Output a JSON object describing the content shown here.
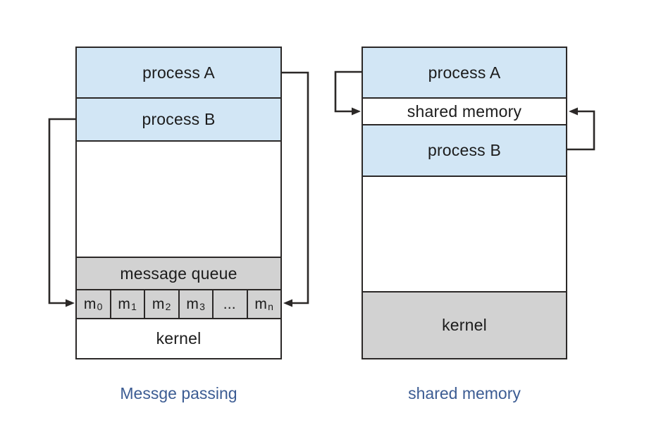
{
  "colors": {
    "process_fill": "#d2e6f5",
    "gray_fill": "#d2d2d2",
    "border": "#2b2827",
    "label_text": "#1c1c1c",
    "caption_text": "#3c5c93",
    "background": "#ffffff"
  },
  "left_diagram": {
    "caption": "Messge passing",
    "bands": {
      "process_a": "process A",
      "process_b": "process B",
      "message_queue": "message queue",
      "kernel": "kernel"
    },
    "queue_cells": [
      {
        "base": "m",
        "sub": "0"
      },
      {
        "base": "m",
        "sub": "1"
      },
      {
        "base": "m",
        "sub": "2"
      },
      {
        "base": "m",
        "sub": "3"
      },
      {
        "base": "...",
        "sub": ""
      },
      {
        "base": "m",
        "sub": "n"
      }
    ]
  },
  "right_diagram": {
    "caption": "shared memory",
    "bands": {
      "process_a": "process A",
      "shared_memory": "shared memory",
      "process_b": "process B",
      "kernel": "kernel"
    }
  }
}
